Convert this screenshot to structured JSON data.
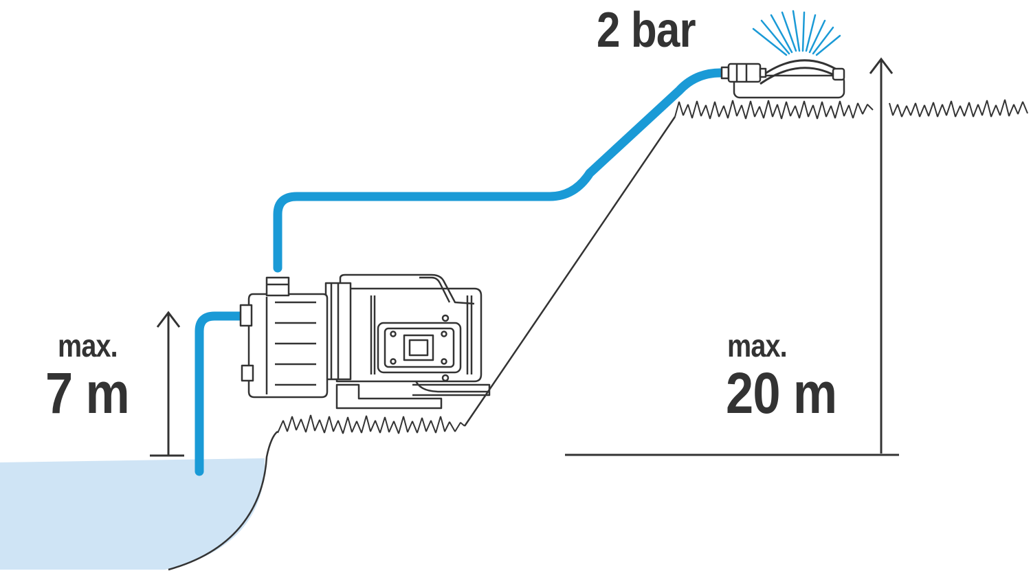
{
  "labels": {
    "pressure": "2 bar",
    "suction_prefix": "max.",
    "suction_value": "7 m",
    "head_prefix": "max.",
    "head_value": "20 m"
  },
  "colors": {
    "hose": "#1a9ad6",
    "water": "#cfe4f5",
    "line": "#333333",
    "text": "#333333",
    "background": "#ffffff"
  },
  "icons": [
    "water-pond",
    "suction-hose",
    "garden-pump",
    "delivery-hose",
    "sprinkler",
    "grass",
    "height-arrow"
  ]
}
